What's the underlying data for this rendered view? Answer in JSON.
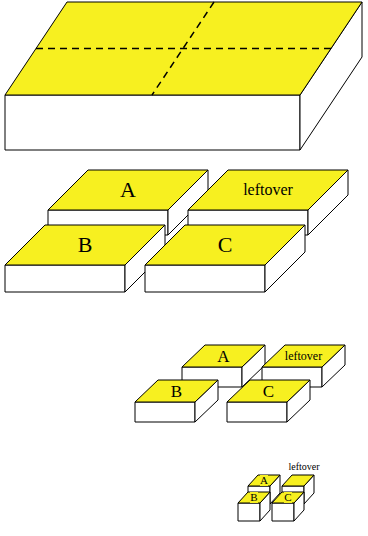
{
  "diagram": {
    "nodes": [
      {
        "text": [
          "A"
        ]
      },
      {
        "text": [
          "leftover"
        ]
      },
      {
        "text": [
          "B"
        ]
      },
      {
        "text": [
          "C"
        ]
      },
      {
        "text": [
          "A"
        ]
      },
      {
        "text": [
          "leftover"
        ]
      },
      {
        "text": [
          "B"
        ]
      },
      {
        "text": [
          "C"
        ]
      },
      {
        "text": [
          "leftover"
        ]
      },
      {
        "text": [
          "A"
        ]
      },
      {
        "text": [
          "B"
        ]
      },
      {
        "text": [
          "C"
        ]
      }
    ]
  }
}
